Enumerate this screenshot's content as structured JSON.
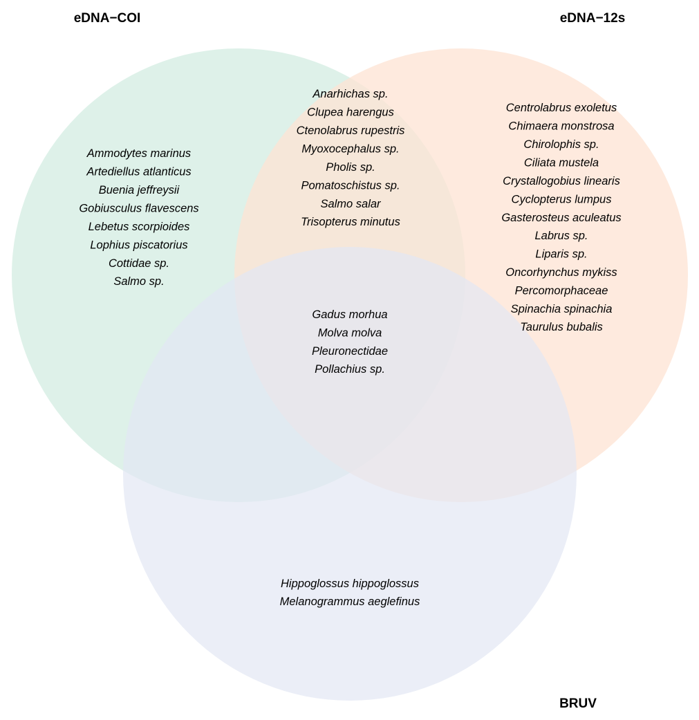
{
  "sets": [
    {
      "id": "coi",
      "label": "eDNA−COI",
      "color": "#d8eee5"
    },
    {
      "id": "s12",
      "label": "eDNA−12s",
      "color": "#fde3d3"
    },
    {
      "id": "bruv",
      "label": "BRUV",
      "color": "#e2e7f3"
    }
  ],
  "regions": [
    {
      "id": "coi-only",
      "sets": [
        "eDNA−COI"
      ],
      "species": [
        "Ammodytes marinus",
        "Artediellus atlanticus",
        "Buenia jeffreysii",
        "Gobiusculus flavescens",
        "Lebetus scorpioides",
        "Lophius piscatorius",
        "Cottidae sp.",
        "Salmo sp."
      ]
    },
    {
      "id": "coi-12s",
      "sets": [
        "eDNA−COI",
        "eDNA−12s"
      ],
      "species": [
        "Anarhichas sp.",
        "Clupea harengus",
        "Ctenolabrus rupestris",
        "Myoxocephalus sp.",
        "Pholis sp.",
        "Pomatoschistus sp.",
        "Salmo salar",
        "Trisopterus minutus"
      ]
    },
    {
      "id": "12s-only",
      "sets": [
        "eDNA−12s"
      ],
      "species": [
        "Centrolabrus exoletus",
        "Chimaera monstrosa",
        "Chirolophis sp.",
        "Ciliata mustela",
        "Crystallogobius linearis",
        "Cyclopterus lumpus",
        "Gasterosteus aculeatus",
        "Labrus sp.",
        "Liparis sp.",
        "Oncorhynchus mykiss",
        "Percomorphaceae",
        "Spinachia spinachia",
        "Taurulus bubalis"
      ]
    },
    {
      "id": "all-three",
      "sets": [
        "eDNA−COI",
        "eDNA−12s",
        "BRUV"
      ],
      "species": [
        "Gadus morhua",
        "Molva molva",
        "Pleuronectidae",
        "Pollachius sp."
      ]
    },
    {
      "id": "bruv-only",
      "sets": [
        "BRUV"
      ],
      "species": [
        "Hippoglossus hippoglossus",
        "Melanogrammus aeglefinus"
      ]
    }
  ]
}
